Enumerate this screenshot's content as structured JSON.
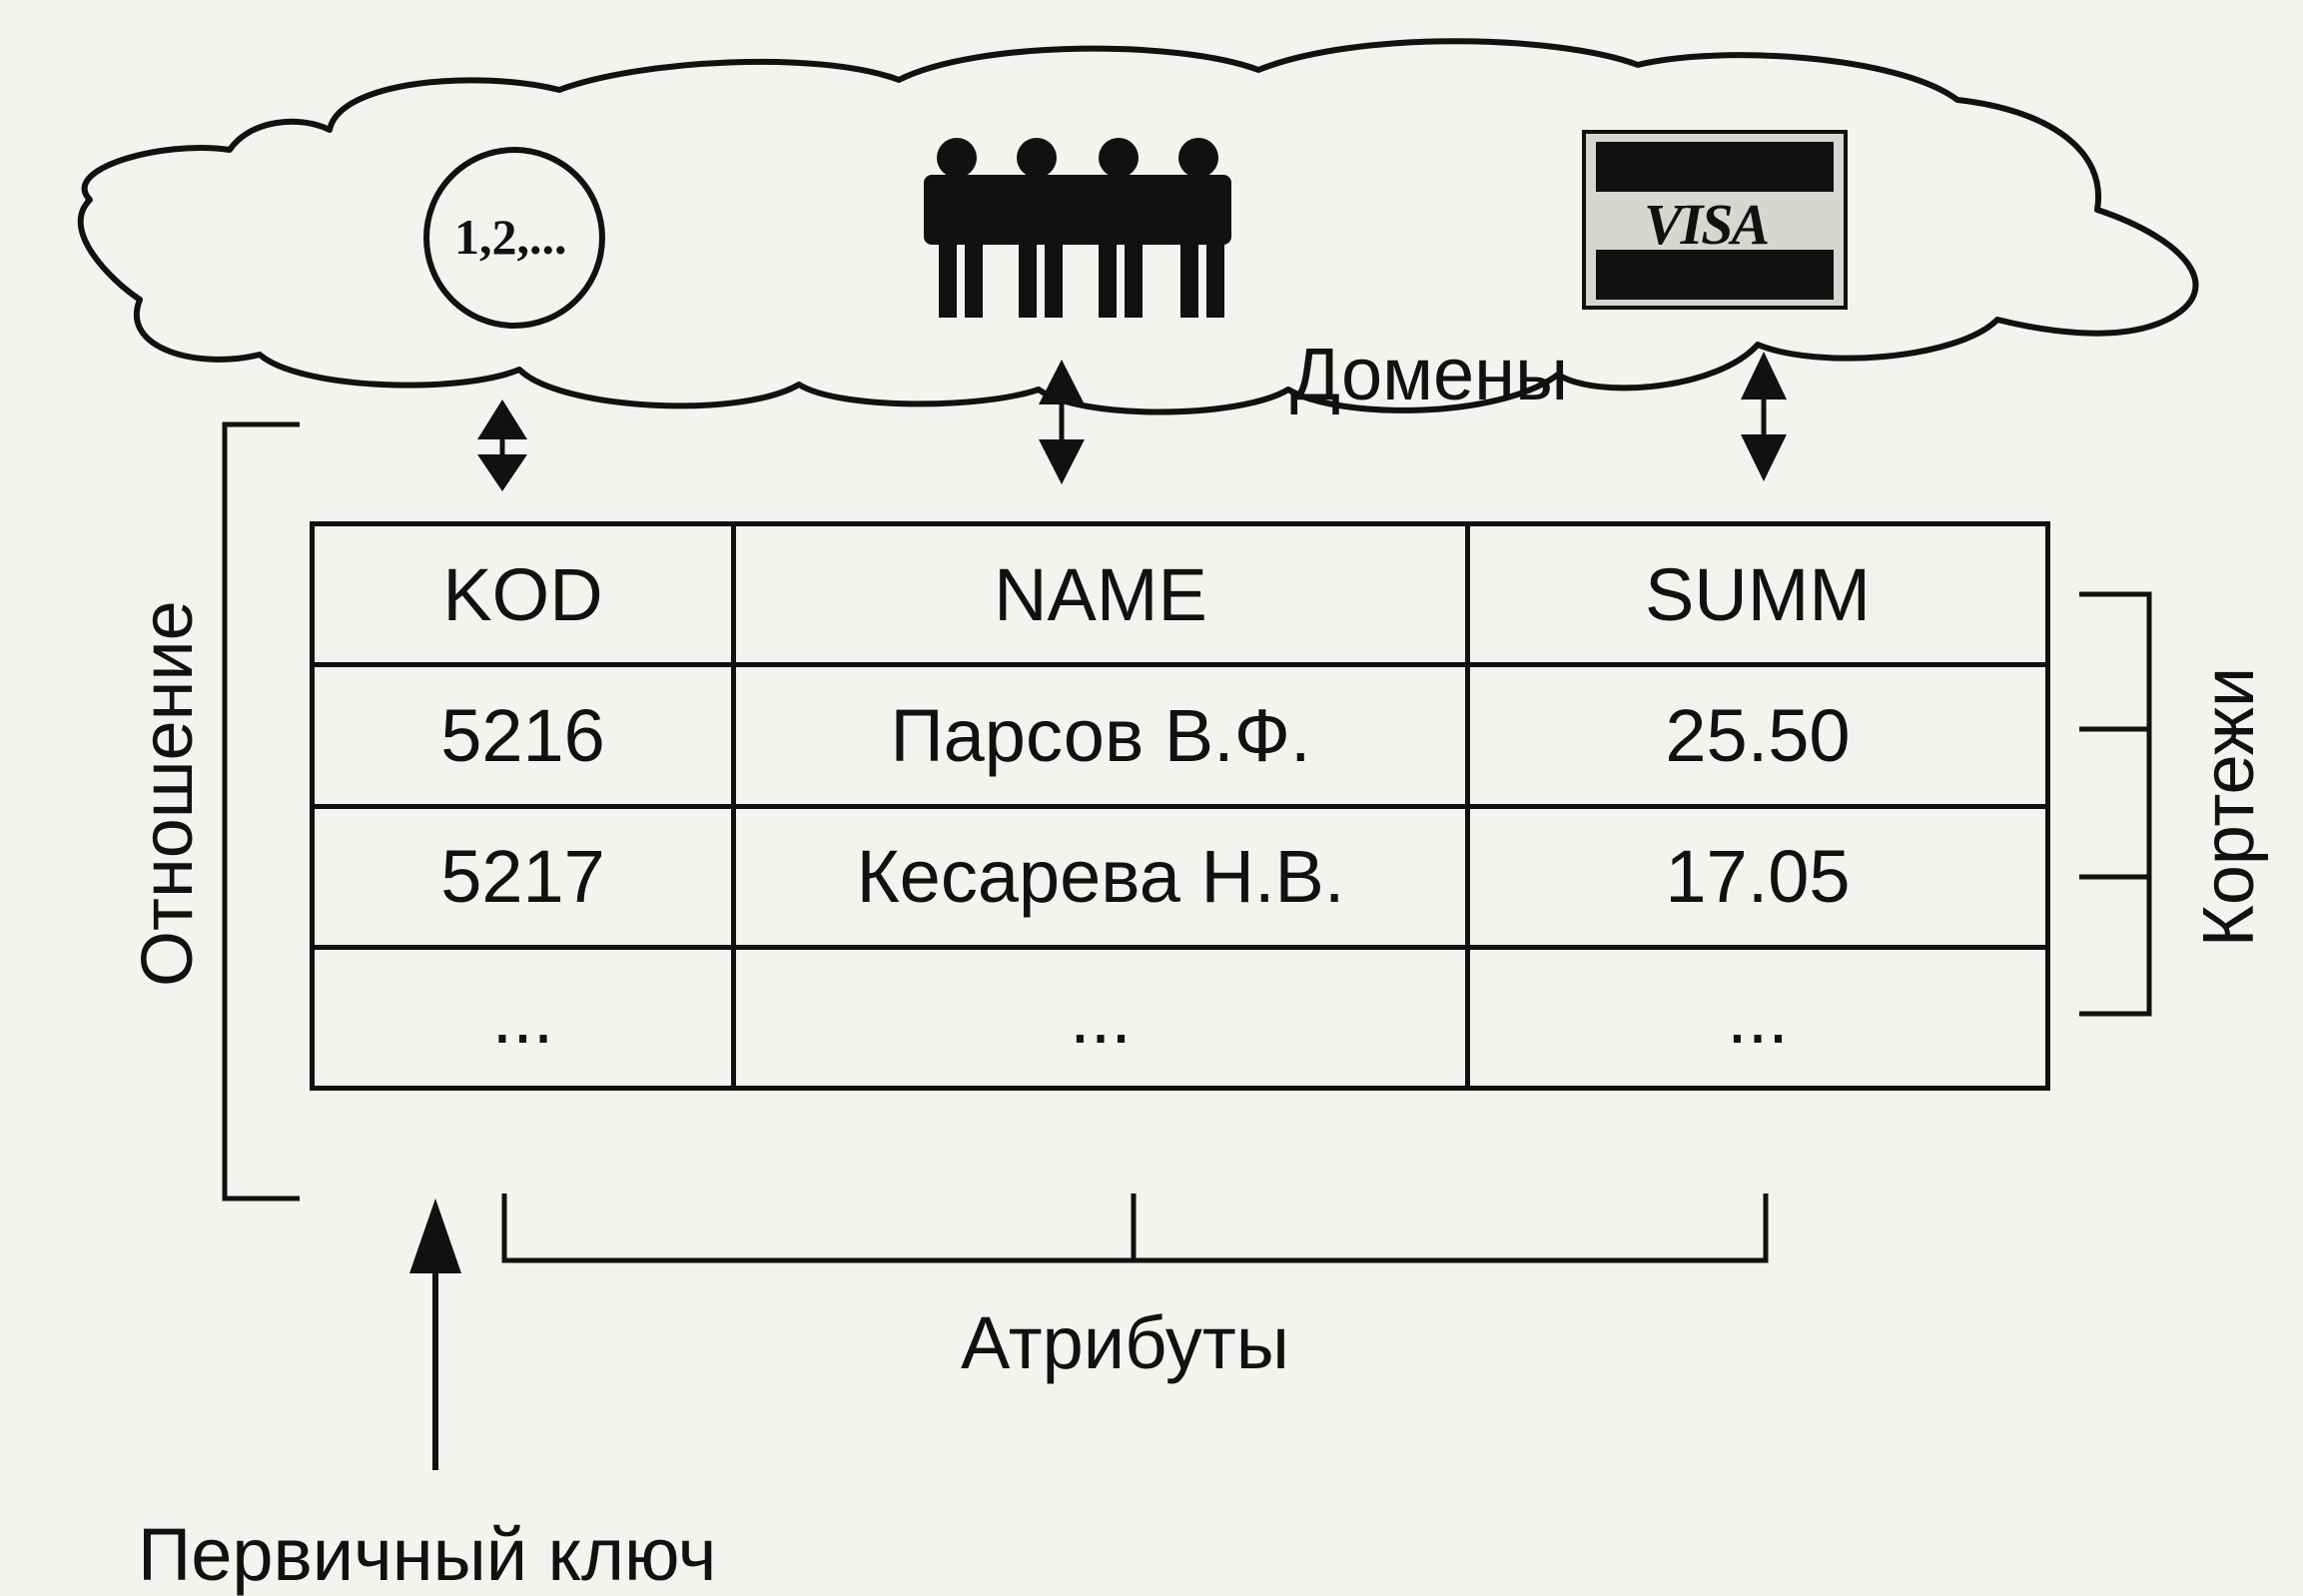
{
  "domains": {
    "label": "Домены",
    "number_set": "1,2,...",
    "people_icon": "people-icon",
    "card_icon": "credit-card-icon",
    "card_text": "VISA"
  },
  "relation": {
    "label": "Отношение",
    "columns": [
      "KOD",
      "NAME",
      "SUMM"
    ],
    "rows": [
      [
        "5216",
        "Парсов В.Ф.",
        "25.50"
      ],
      [
        "5217",
        "Кесарева Н.В.",
        "17.05"
      ],
      [
        "...",
        "...",
        "..."
      ]
    ]
  },
  "tuples_label": "Кортежи",
  "attributes_label": "Атрибуты",
  "primary_key_label": "Первичный ключ",
  "colors": {
    "ink": "#111111",
    "background": "#f4f3ef"
  }
}
